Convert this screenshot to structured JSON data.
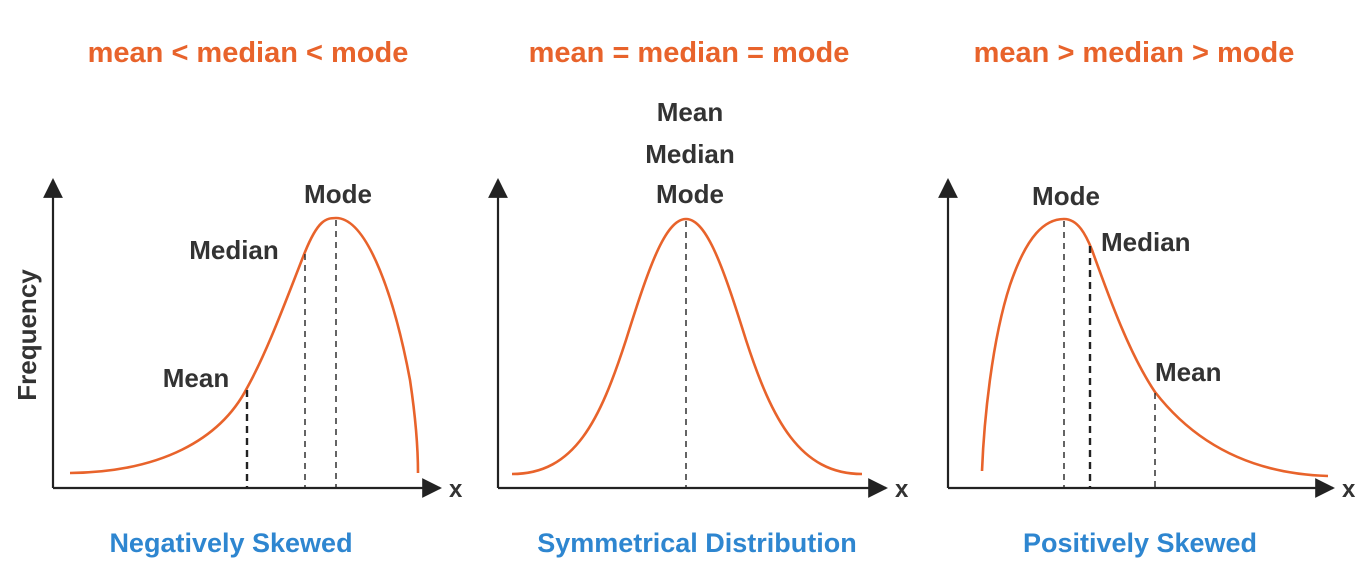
{
  "y_axis_label": "Frequency",
  "x_axis_letter": "x",
  "panels": [
    {
      "heading": "mean < median < mode",
      "caption": "Negatively Skewed",
      "labels": {
        "mean": "Mean",
        "median": "Median",
        "mode": "Mode"
      }
    },
    {
      "heading": "mean = median = mode",
      "caption": "Symmetrical Distribution",
      "labels": {
        "mean": "Mean",
        "median": "Median",
        "mode": "Mode"
      }
    },
    {
      "heading": "mean > median > mode",
      "caption": "Positively Skewed",
      "labels": {
        "mean": "Mean",
        "median": "Median",
        "mode": "Mode"
      }
    }
  ],
  "colors": {
    "heading": "#E8632B",
    "curve": "#E8632B",
    "caption": "#2E86D0",
    "text": "#333333",
    "axis": "#222222"
  }
}
